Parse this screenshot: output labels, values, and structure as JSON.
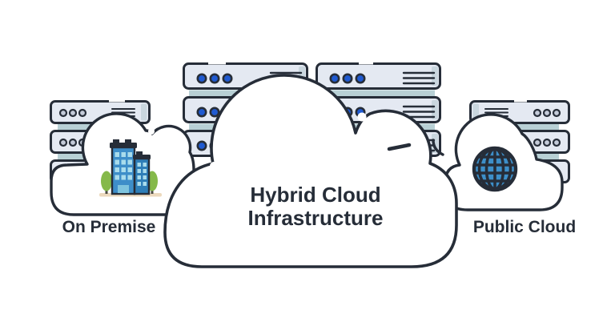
{
  "figure": {
    "title_line1": "Hybrid Cloud",
    "title_line2": "Infrastructure",
    "left_label": "On Premise",
    "right_label": "Public Cloud"
  },
  "icons": {
    "left_node": "office-buildings-icon",
    "right_node": "globe-icon",
    "center_node": "cloud-icon",
    "background": "server-rack-icon"
  },
  "colors": {
    "ink": "#262d38",
    "bg": "#ffffff",
    "cloud": "#ffffff",
    "srv": "#e4e9f2",
    "srv-shade": "#c9d6de",
    "band": "#b8d0d5",
    "dot-blue": "#1f5ad1",
    "dot-gray": "#c4cbd9",
    "globe-blue": "#3d8fc9",
    "bld-blue": "#3e8ec9",
    "bld-blue-dark": "#2e7eb8",
    "window-blue": "#a9dcec",
    "door-teal": "#7fc4de",
    "tree-green": "#85b94a",
    "trunk": "#4a4a42",
    "ground-tan": "#ecd9bd"
  }
}
